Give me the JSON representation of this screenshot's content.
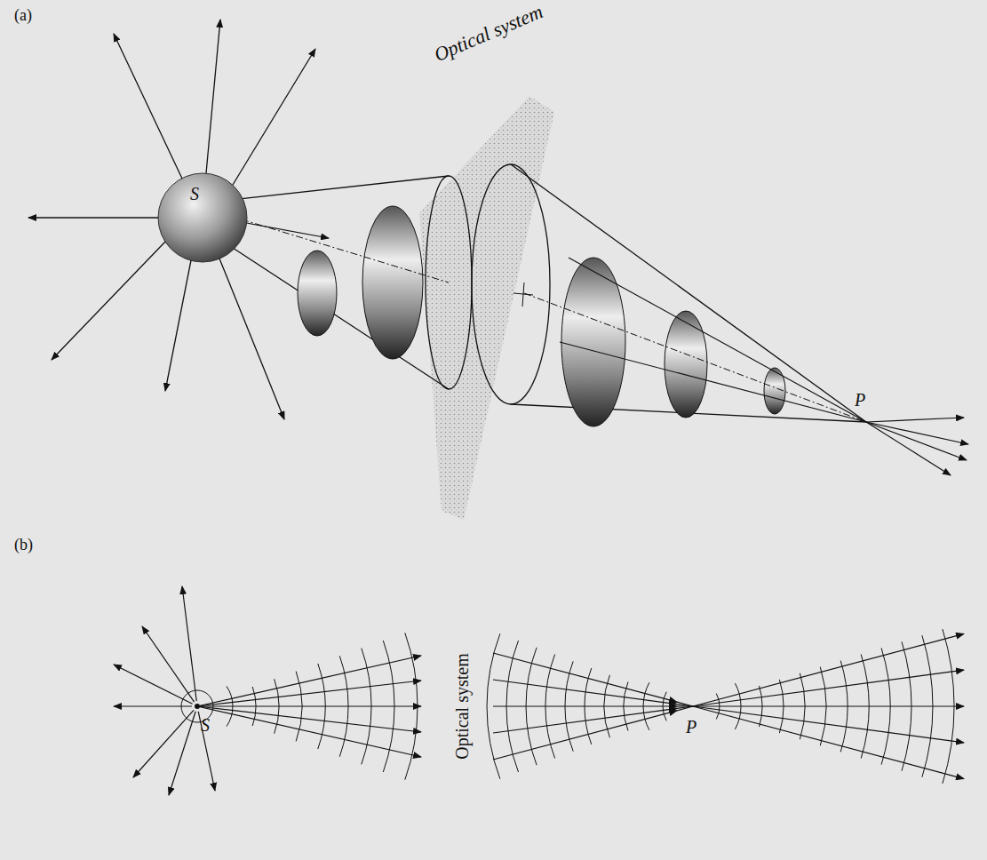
{
  "diagram": {
    "labels": [
      "(a)",
      "S",
      "Optical system",
      "P",
      "(b)",
      "S",
      "Optical system",
      "P"
    ]
  }
}
